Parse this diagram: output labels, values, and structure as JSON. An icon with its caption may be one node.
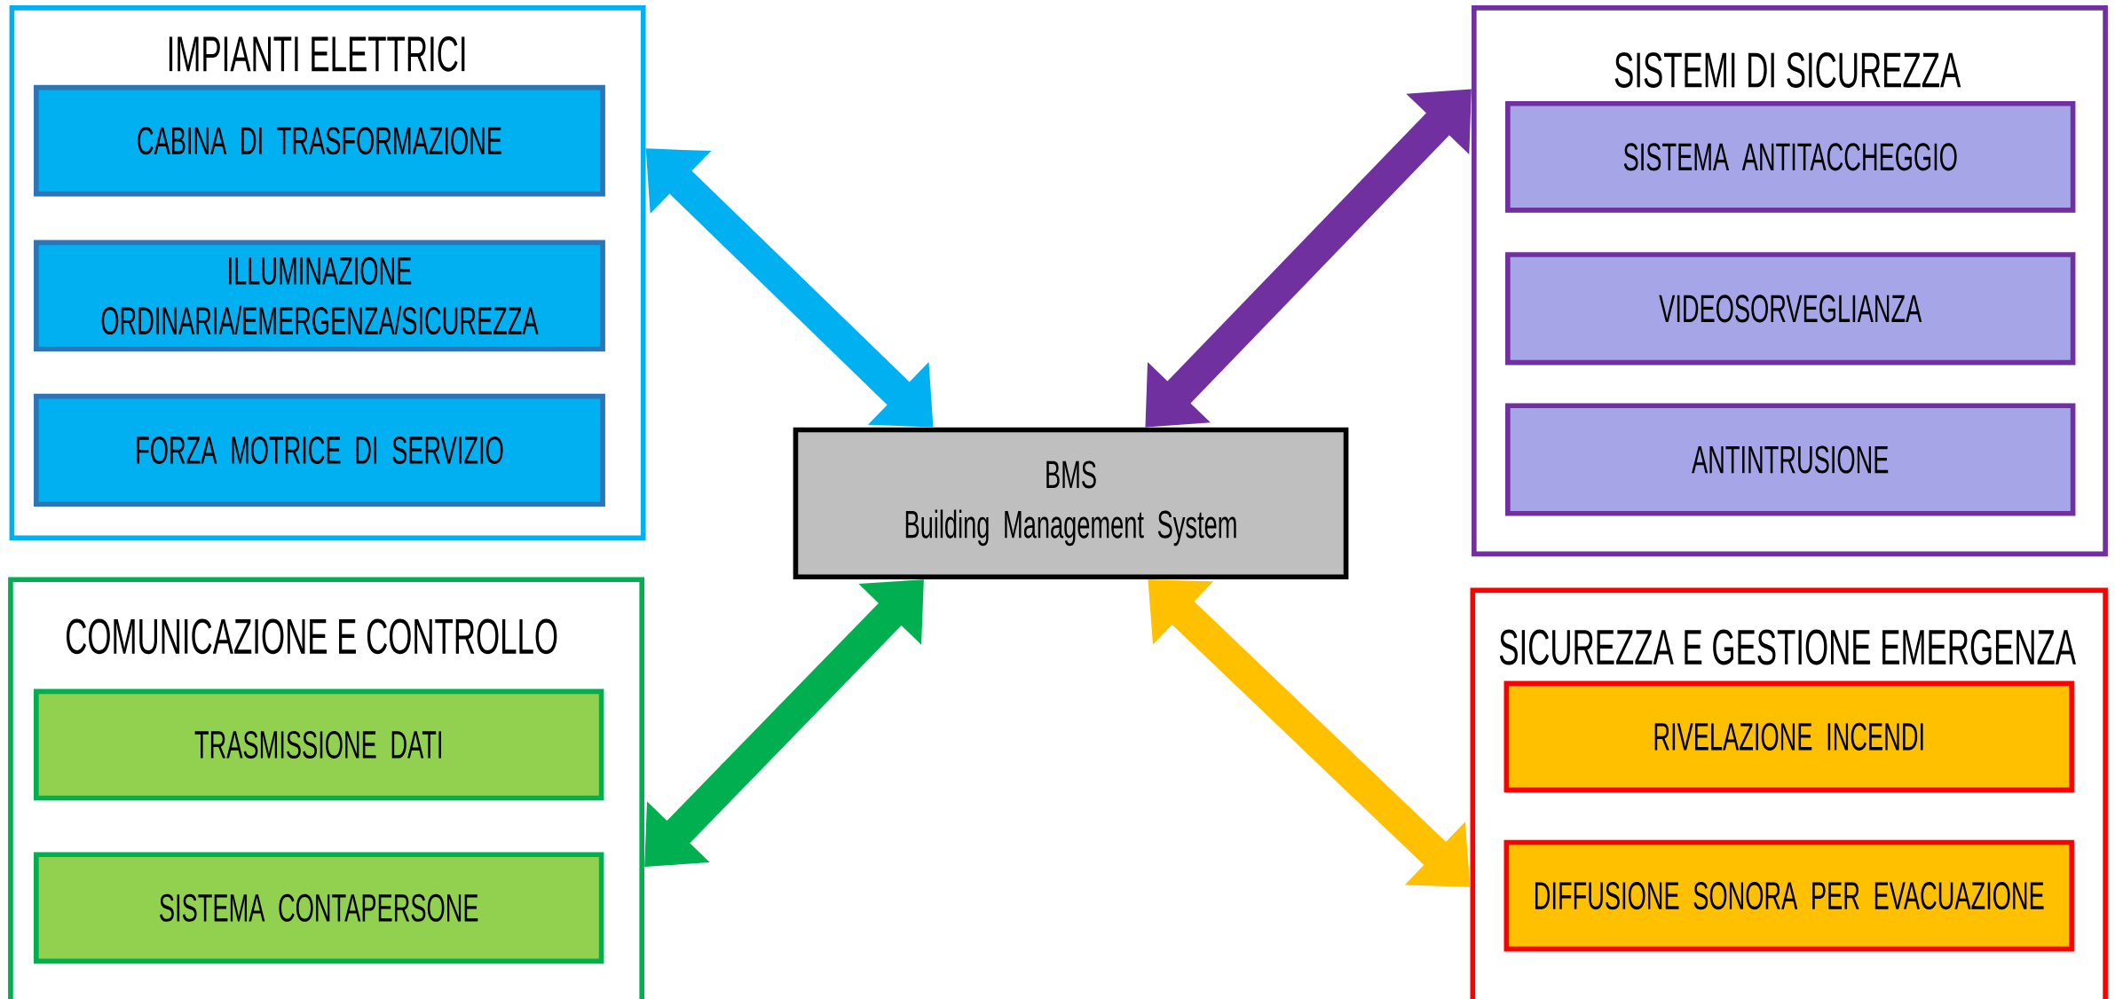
{
  "diagram": {
    "nodes": [
      {
        "text": [
          "IMPIANTI ELETTRICI"
        ]
      },
      {
        "text": [
          "CABINA DI TRASFORMAZIONE"
        ],
        "in": 0
      },
      {
        "text": [
          "ILLUMINAZIONE ORDINARIA/EMERGENZA/SICUREZZA"
        ],
        "in": 0
      },
      {
        "text": [
          "FORZA MOTRICE DI SERVIZIO"
        ],
        "in": 0
      },
      {
        "text": [
          "SISTEMI DI SICUREZZA"
        ]
      },
      {
        "text": [
          "SISTEMA ANTITACCHEGGIO"
        ],
        "in": 4
      },
      {
        "text": [
          "VIDEOSORVEGLIANZA"
        ],
        "in": 4
      },
      {
        "text": [
          "ANTINTRUSIONE"
        ],
        "in": 4
      },
      {
        "text": [
          "BMS",
          "Building Management System"
        ]
      },
      {
        "text": [
          "COMUNICAZIONE E CONTROLLO"
        ]
      },
      {
        "text": [
          "TRASMISSIONE DATI"
        ],
        "in": 9
      },
      {
        "text": [
          "SISTEMA CONTAPERSONE"
        ],
        "in": 9
      },
      {
        "text": [
          "SICUREZZA E GESTIONE EMERGENZA"
        ]
      },
      {
        "text": [
          "RIVELAZIONE INCENDI"
        ],
        "in": 12
      },
      {
        "text": [
          "DIFFUSIONE SONORA PER EVACUAZIONE"
        ],
        "in": 12
      }
    ],
    "edges": [
      {
        "from": 0,
        "to": 8,
        "arrow": "both",
        "color": "#00b0f0"
      },
      {
        "from": 4,
        "to": 8,
        "arrow": "both",
        "color": "#7030a0"
      },
      {
        "from": 9,
        "to": 8,
        "arrow": "both",
        "color": "#00b050"
      },
      {
        "from": 12,
        "to": 8,
        "arrow": "both",
        "color": "#ffc000"
      }
    ]
  }
}
